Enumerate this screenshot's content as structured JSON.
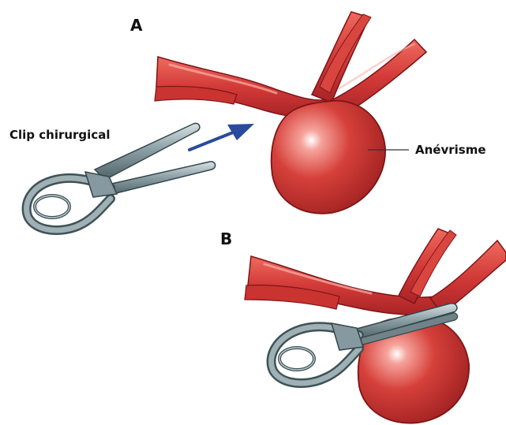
{
  "panels": [
    {
      "letter": "A"
    },
    {
      "letter": "B"
    }
  ],
  "labels": {
    "clip": "Clip chirurgical",
    "aneurysm": "Anévrisme"
  },
  "colors": {
    "artery": "#d23a37",
    "artery_dark": "#8f1a1c",
    "aneurysm_light": "#f07a72",
    "clip_metal": "#7f949a",
    "clip_dark": "#3f5257",
    "clip_light": "#c6d3d6",
    "arrow": "#2a4a9c",
    "text": "#111111"
  },
  "icons": [
    "surgical-clip-icon",
    "direction-arrow-icon",
    "aneurysm-icon",
    "artery-icon"
  ]
}
